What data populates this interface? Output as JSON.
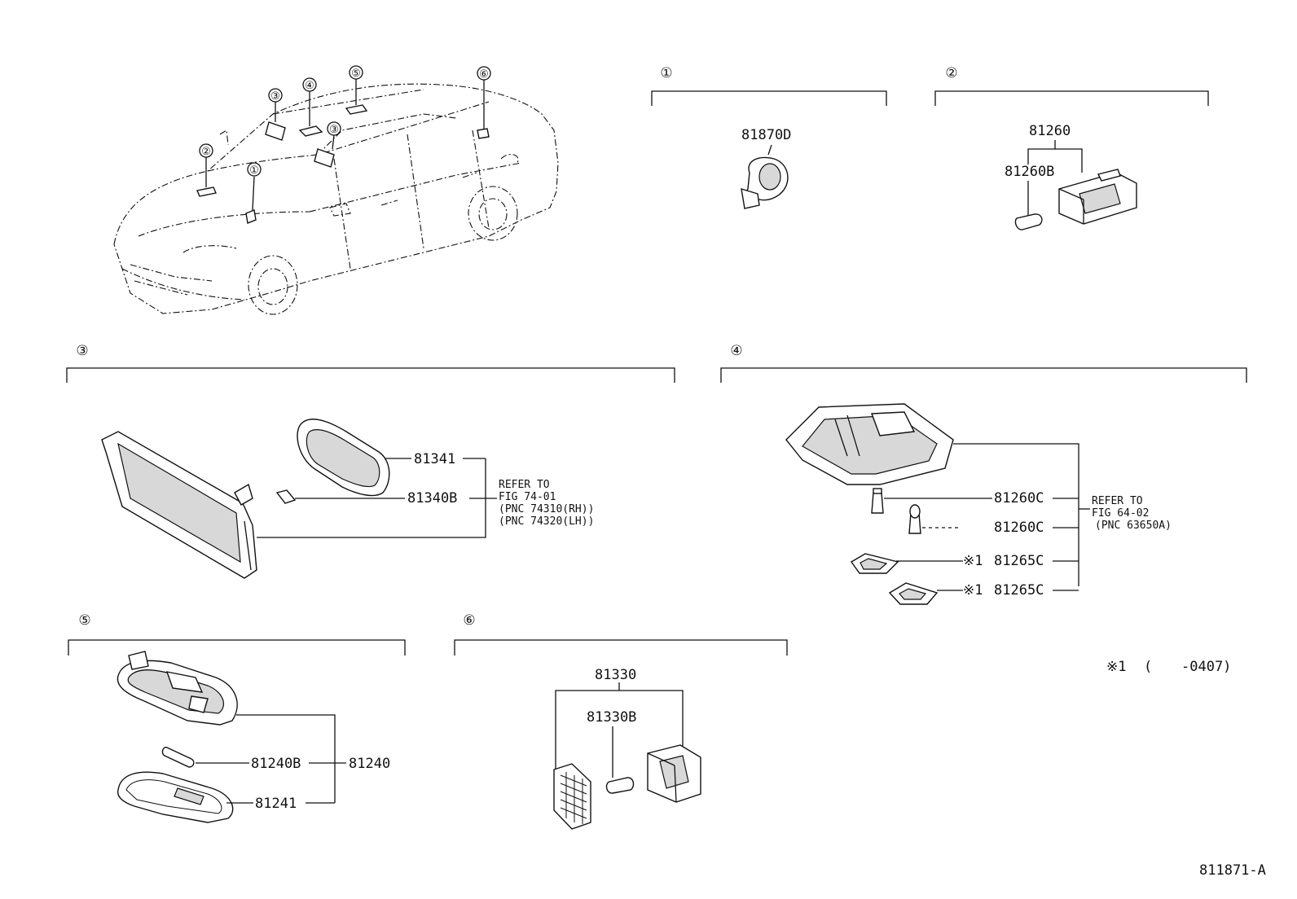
{
  "markers": {
    "m1": "①",
    "m2": "②",
    "m3": "③",
    "m4": "④",
    "m5": "⑤",
    "m6": "⑥"
  },
  "section1": {
    "p1": "81870D"
  },
  "section2": {
    "assy": "81260",
    "bulb": "81260B"
  },
  "section3": {
    "lens": "81341",
    "bulb": "81340B",
    "refer": [
      "REFER TO",
      "FIG 74-01",
      "(PNC 74310(RH))",
      "(PNC 74320(LH))"
    ]
  },
  "section4": {
    "bulb1": "81260C",
    "bulb2": "81260C",
    "lens1": "81265C",
    "lens2": "81265C",
    "note_mark1": "※1",
    "note_mark2": "※1",
    "refer": [
      "REFER TO",
      "FIG 64-02",
      "(PNC 63650A)"
    ]
  },
  "section5": {
    "bulb": "81240B",
    "assy": "81240",
    "lens": "81241"
  },
  "section6": {
    "assy": "81330",
    "bulb": "81330B"
  },
  "footnote": {
    "mark": "※1",
    "paren": "(",
    "range": "-0407)"
  },
  "figure_id": "811871-A"
}
